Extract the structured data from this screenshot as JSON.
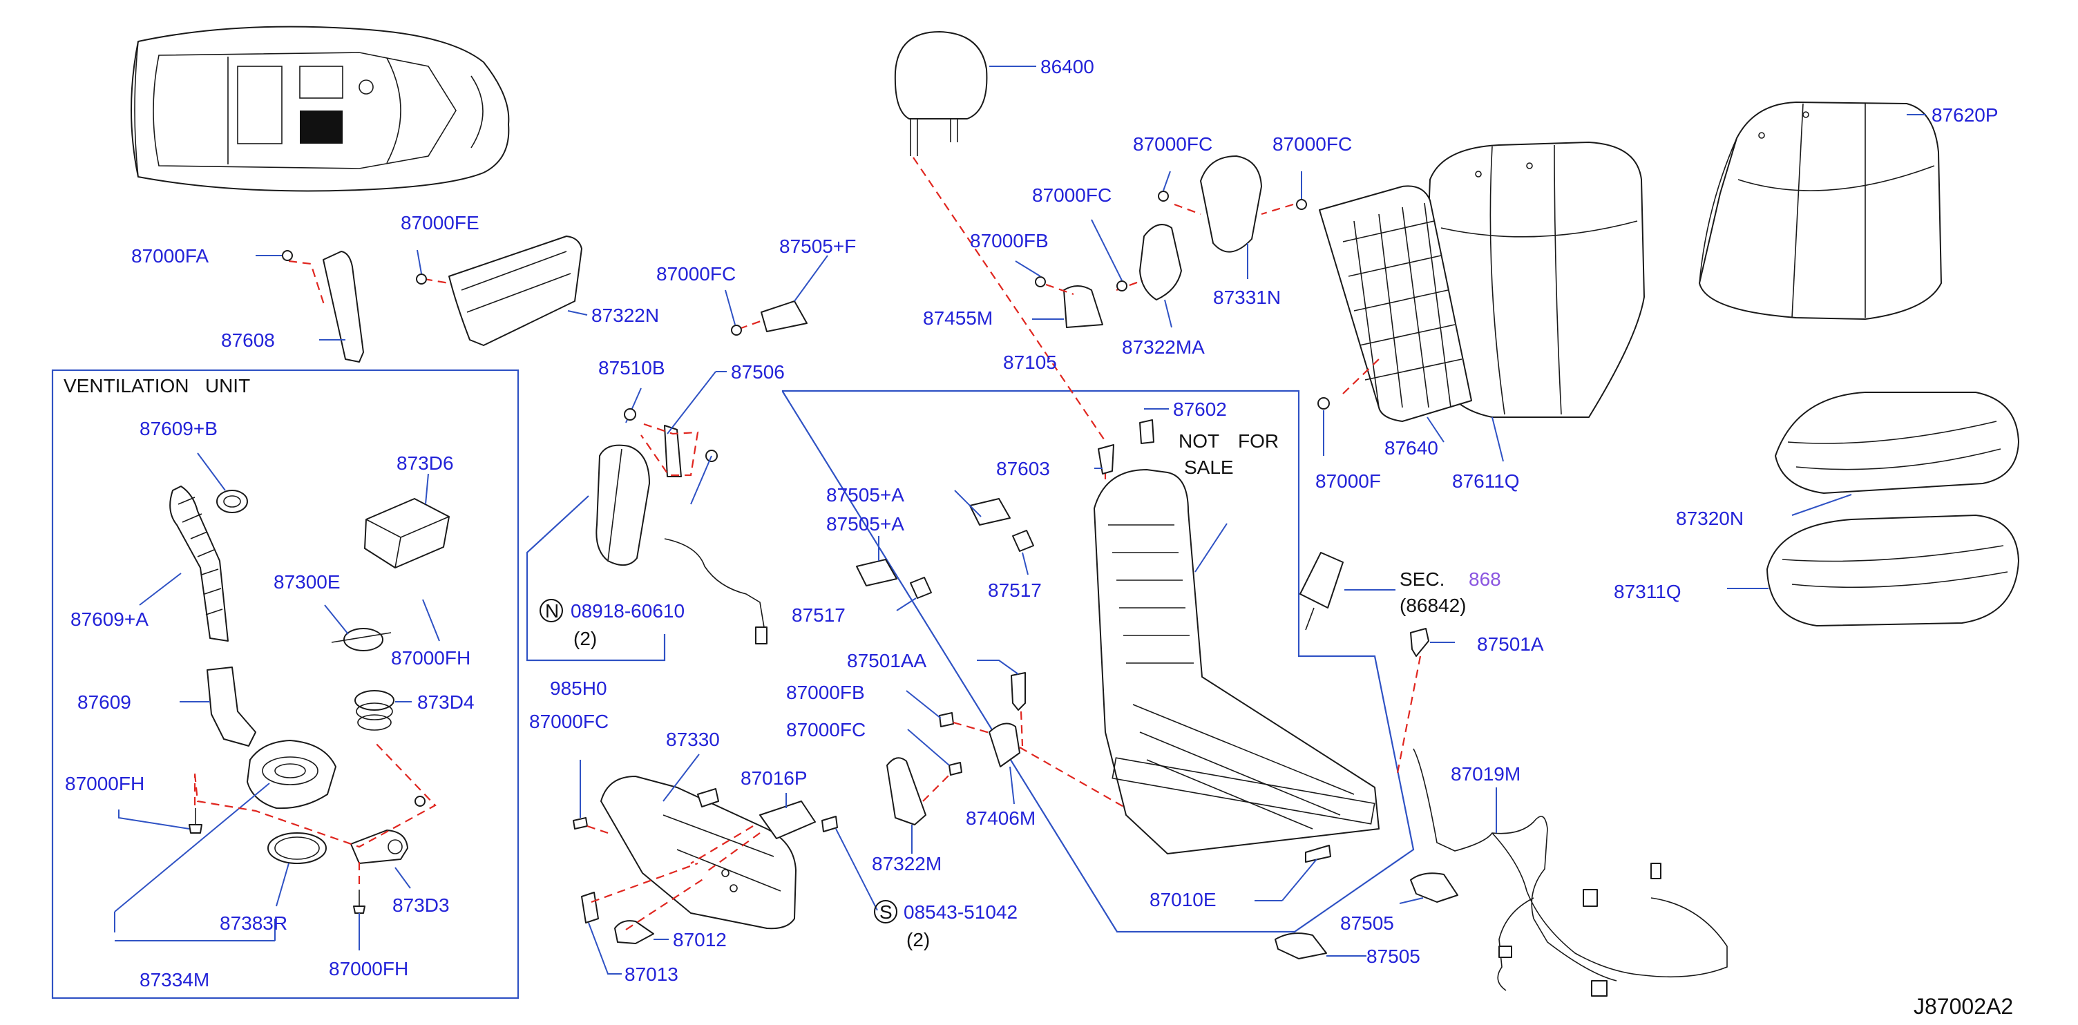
{
  "diagram_code": "J87002A2",
  "box_title": "VENTILATION   UNIT",
  "not_for_sale": [
    "NOT",
    "FOR",
    "SALE"
  ],
  "sec_ref": {
    "prefix": "SEC.",
    "number": "868",
    "sub": "(86842)"
  },
  "notes": {
    "n_symbol": "N",
    "n_part": "08918-60610",
    "n_qty": "(2)",
    "s_symbol": "S",
    "s_part": "08543-51042",
    "s_qty": "(2)"
  },
  "labels": {
    "p86400": "86400",
    "p87620P": "87620P",
    "p87000FC_a": "87000FC",
    "p87000FC_b": "87000FC",
    "p87000FC_c": "87000FC",
    "p87000FC_d": "87000FC",
    "p87000FC_e": "87000FC",
    "p87000FC_f": "87000FC",
    "p87000FE": "87000FE",
    "p87000FA": "87000FA",
    "p87505F": "87505+F",
    "p87000FB_a": "87000FB",
    "p87000FB_b": "87000FB",
    "p87331N": "87331N",
    "p87322N": "87322N",
    "p87455M": "87455M",
    "p87608": "87608",
    "p87322MA": "87322MA",
    "p87510B": "87510B",
    "p87506": "87506",
    "p87105": "87105",
    "p87602": "87602",
    "p87000F": "87000F",
    "p87640": "87640",
    "p87611Q": "87611Q",
    "p87320N": "87320N",
    "p87311Q": "87311Q",
    "p87603": "87603",
    "p87505A_a": "87505+A",
    "p87505A_b": "87505+A",
    "p87517_a": "87517",
    "p87517_b": "87517",
    "p87609B": "87609+B",
    "p873D6": "873D6",
    "p87300E": "87300E",
    "p87000FH_a": "87000FH",
    "p87000FH_b": "87000FH",
    "p87000FH_c": "87000FH",
    "p87609A": "87609+A",
    "p87609": "87609",
    "p873D4": "873D4",
    "p873D3": "873D3",
    "p87383R": "87383R",
    "p87334M": "87334M",
    "p985H0": "985H0",
    "p87330": "87330",
    "p87016P": "87016P",
    "p87012": "87012",
    "p87013": "87013",
    "p87501AA": "87501AA",
    "p87406M": "87406M",
    "p87322M": "87322M",
    "p87501A": "87501A",
    "p87019M": "87019M",
    "p87010E": "87010E",
    "p87505_a": "87505",
    "p87505_b": "87505"
  }
}
